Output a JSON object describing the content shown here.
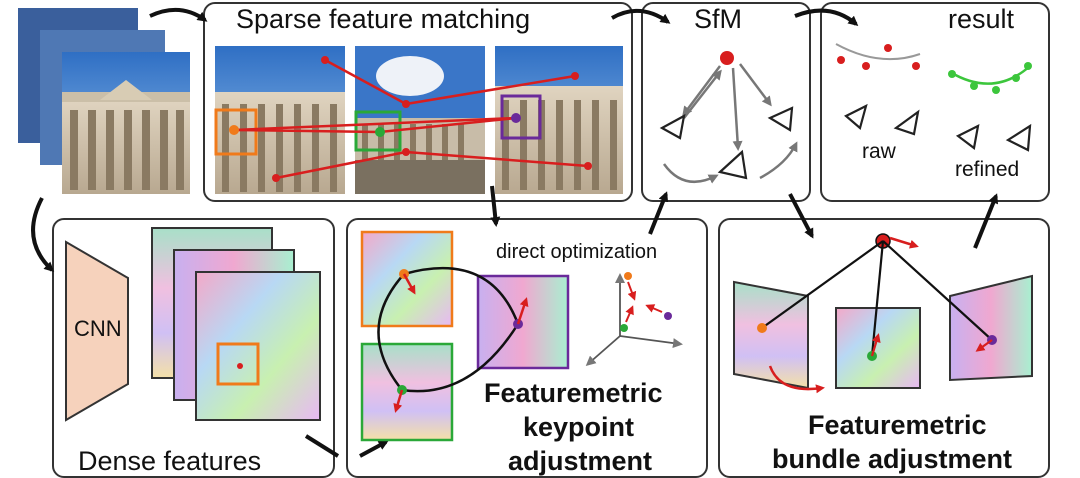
{
  "figure": {
    "sparse_title": "Sparse feature matching",
    "sfm_title": "SfM",
    "result_title": "result",
    "raw_label": "raw",
    "refined_label": "refined",
    "cnn_label": "CNN",
    "dense_title": "Dense features",
    "direct_opt_label": "direct optimization",
    "keypoint_title_line1": "Featuremetric",
    "keypoint_title_line2": "keypoint",
    "keypoint_title_line3": "adjustment",
    "ba_title_line1": "Featuremetric",
    "ba_title_line2": "bundle adjustment"
  },
  "colors": {
    "keypoint_orange": "#f07a1a",
    "keypoint_green": "#2aa838",
    "keypoint_purple": "#6a2a9a",
    "match_red": "#d81e1e",
    "refined_green": "#3cc63c",
    "cnn_fill": "#f6d2bc",
    "border_dark": "#333333"
  }
}
